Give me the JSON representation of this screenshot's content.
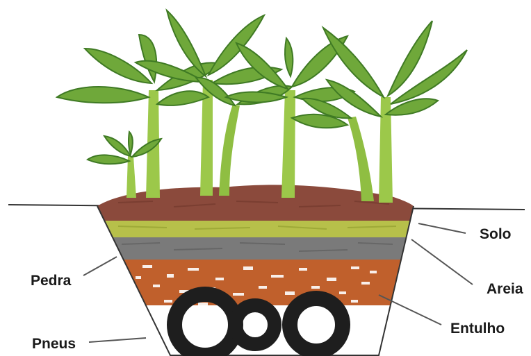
{
  "labels": {
    "solo": "Solo",
    "areia": "Areia",
    "entulho": "Entulho",
    "pedra": "Pedra",
    "pneus": "Pneus"
  },
  "colors": {
    "soil": "#8b4a3c",
    "sand": "#b7c04a",
    "stone": "#7a7a7a",
    "rubble": "#c0602c",
    "tire": "#1e1e1e",
    "leaf": "#6fa83a",
    "leaf_dark": "#3f7a24",
    "stem": "#9cc84a",
    "outline": "#333333"
  }
}
